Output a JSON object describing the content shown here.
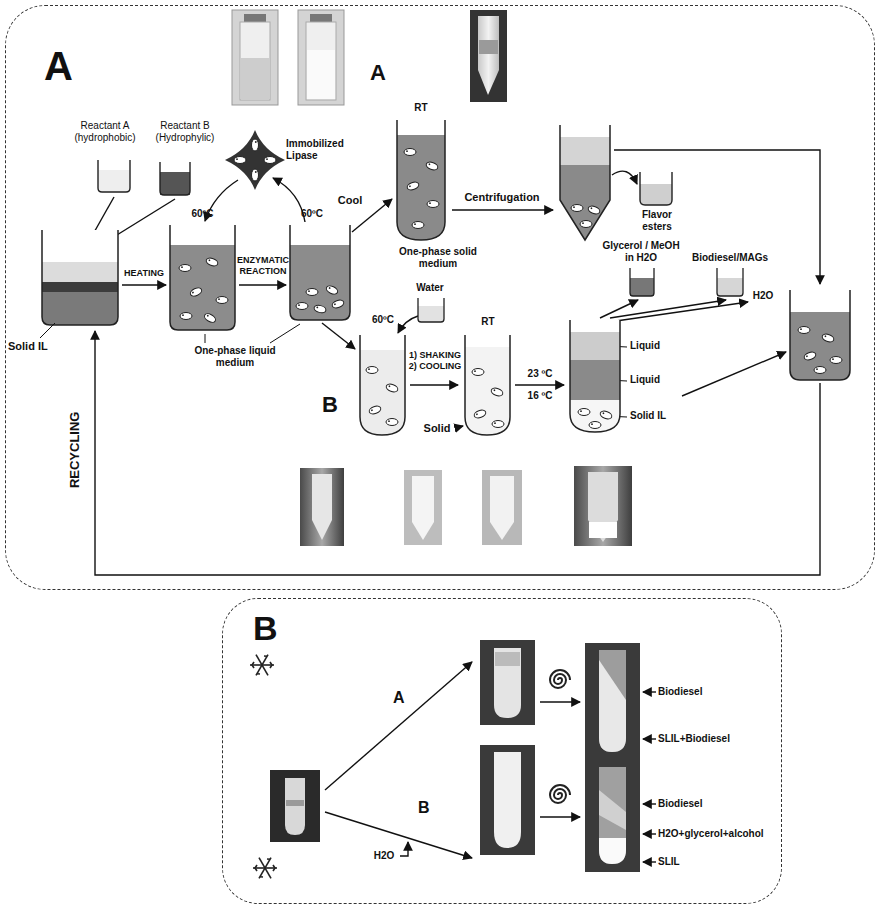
{
  "diagram": {
    "nodes": [
      {
        "text": [
          "A"
        ]
      },
      {
        "text": [
          "B"
        ]
      }
    ],
    "labels": [
      "Reactant A (hydrophobic)",
      "Reactant B (Hydrophylic)",
      "Immobilized Lipase",
      "HEATING",
      "60ºC",
      "ENZYMATIC REACTION",
      "60ºC",
      "Solid IL",
      "One-phase liquid medium",
      "A",
      "RT",
      "Cool",
      "One-phase solid medium",
      "Centrifugation",
      "Flavor esters",
      "B",
      "Water",
      "60ºC",
      "1) SHAKING 2) COOLING",
      "RT",
      "Solid",
      "23 ºC",
      "16 ºC",
      "Glycerol / MeOH in H2O",
      "Biodiesel/MAGs",
      "H2O",
      "Liquid",
      "Liquid",
      "Solid IL",
      "RECYCLING",
      "A",
      "B",
      "H2O",
      "Biodiesel",
      "SLIL+Biodiesel",
      "Biodiesel",
      "H2O+glycerol+alcohol",
      "SLIL"
    ]
  }
}
